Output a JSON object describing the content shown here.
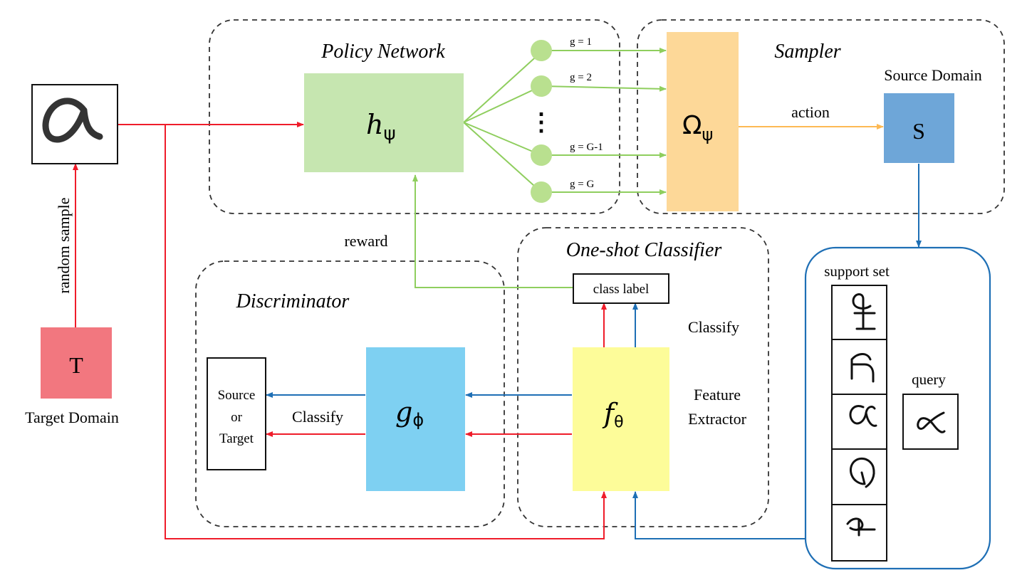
{
  "modules": {
    "policy_network": "Policy Network",
    "sampler": "Sampler",
    "one_shot_classifier": "One-shot Classifier",
    "discriminator": "Discriminator"
  },
  "symbols": {
    "h": "h",
    "h_sub": "ψ",
    "omega": "Ω",
    "omega_sub": "ψ",
    "g": "g",
    "g_sub": "ϕ",
    "f": "f",
    "f_sub": "θ",
    "source": "S",
    "target": "T"
  },
  "labels": {
    "source_domain": "Source Domain",
    "target_domain": "Target Domain",
    "random_sample": "random sample",
    "action": "action",
    "reward": "reward",
    "class_label": "class label",
    "classify_right": "Classify",
    "classify_left": "Classify",
    "feature_line1": "Feature",
    "feature_line2": "Extractor",
    "sot_line1": "Source",
    "sot_line2": "or",
    "sot_line3": "Target",
    "support_set": "support set",
    "query": "query",
    "ellipsis": "⋮"
  },
  "groups": [
    "g = 1",
    "g = 2",
    "g = G-1",
    "g = G"
  ],
  "colors": {
    "red": "#ef1c2a",
    "blue": "#1e6fb5",
    "green": "#8fce5e",
    "orange": "#fdb954",
    "policy_box": "#c6e6b0",
    "node": "#b9e08f",
    "sampler_box": "#fdd898",
    "source_box": "#6ea6d8",
    "target_box": "#f2777f",
    "disc_box": "#7ed0f2",
    "feat_box": "#fdfc99"
  }
}
